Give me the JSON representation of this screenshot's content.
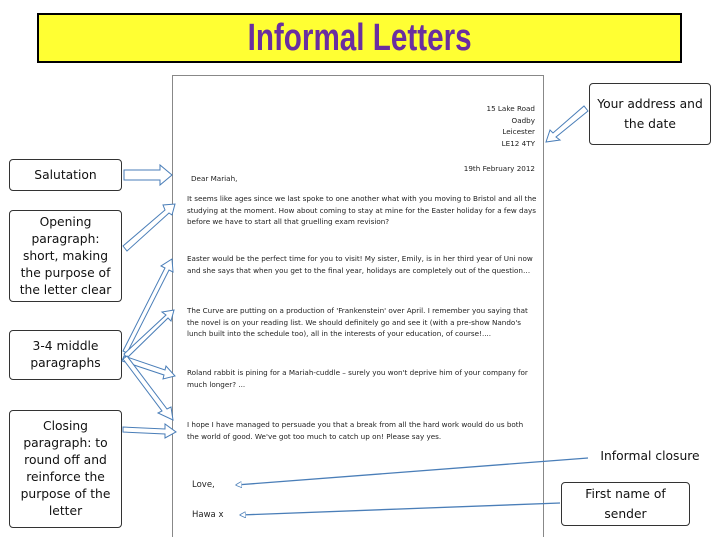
{
  "title": "Informal Letters",
  "letter": {
    "address_lines": [
      "15 Lake Road",
      "Oadby",
      "Leicester",
      "LE12 4TY"
    ],
    "date": "19th February 2012",
    "salutation": "Dear Mariah,",
    "paragraphs": [
      "It seems like ages since we last spoke to one another what with you moving to Bristol and all the studying at the moment. How about coming to stay at mine for the Easter holiday for a few days before we have to start all that gruelling exam revision?",
      "Easter would be the perfect time for you to visit! My sister, Emily, is in her third year of Uni now and she says that when you get to the final year, holidays are completely out of the question…",
      "The Curve are putting on a production of 'Frankenstein' over April. I remember you saying that the novel is on your reading list. We should definitely go and see it (with a pre-show Nando's lunch built into the schedule too), all in the interests of your education, of course!....",
      "Roland rabbit is pining for a Mariah-cuddle – surely you won't deprive him of your company for much longer? ...",
      "I hope I have managed to persuade you that a break from all the hard work would do us both the world of good. We've got too much to catch up on! Please say yes."
    ],
    "closing": "Love,",
    "signature": "Hawa x"
  },
  "labels": {
    "salutation": "Salutation",
    "opening": "Opening paragraph: short, making the purpose of the letter clear",
    "middle": "3-4 middle paragraphs",
    "closing_para": "Closing paragraph: to round off and reinforce the purpose of the letter",
    "address": "Your address and the date",
    "closure": "Informal closure",
    "sender": "First name of sender"
  },
  "colors": {
    "title_bg": "#ffff33",
    "title_text": "#6a2ea0",
    "arrow": "#4a7eb8"
  }
}
